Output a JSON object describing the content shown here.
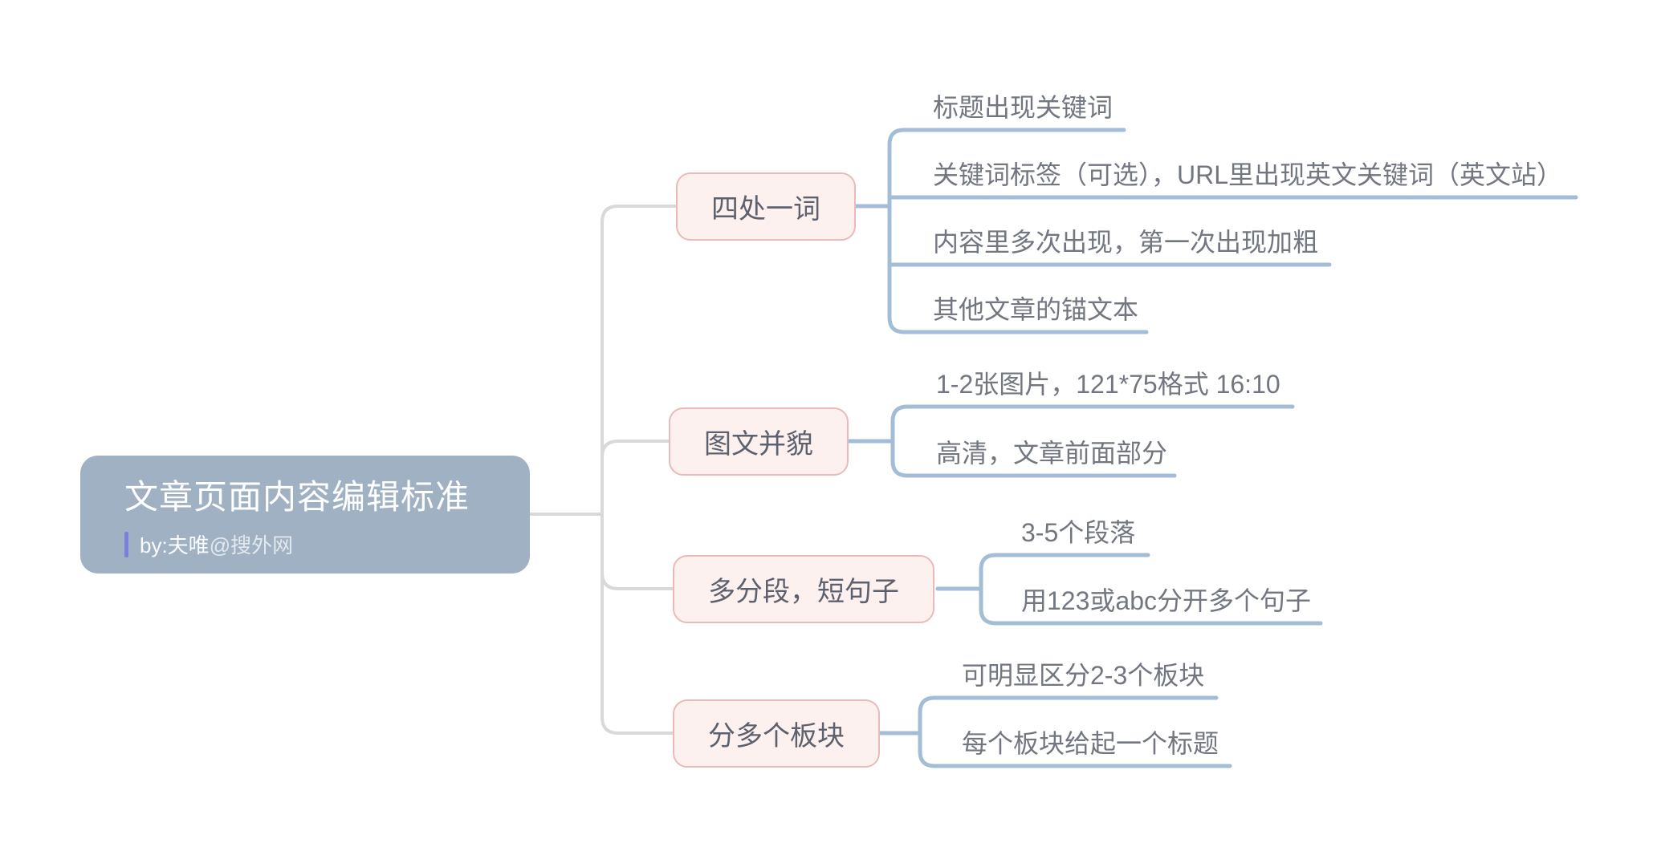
{
  "root": {
    "title": "文章页面内容编辑标准",
    "byline_prefix": "by:夫唯",
    "byline_suffix": "@搜外网"
  },
  "branches": [
    {
      "label": "四处一词",
      "children": [
        "标题出现关键词",
        "关键词标签（可选），URL里出现英文关键词（英文站）",
        "内容里多次出现，第一次出现加粗",
        "其他文章的锚文本"
      ]
    },
    {
      "label": "图文并貌",
      "children": [
        "1-2张图片，121*75格式 16:10",
        "高清，文章前面部分"
      ]
    },
    {
      "label": "多分段，短句子",
      "children": [
        "3-5个段落",
        "用123或abc分开多个句子"
      ]
    },
    {
      "label": "分多个板块",
      "children": [
        "可明显区分2-3个板块",
        "每个板块给起一个标题"
      ]
    }
  ],
  "colors": {
    "root_fill": "#9fb1c3",
    "root_text": "#ffffff",
    "byline_bar": "#7b80dd",
    "branch_fill": "#fdf1f0",
    "branch_border": "#eab9b9",
    "branch_text": "#5d616e",
    "leaf_text": "#717680",
    "line_blue": "#a4bdd6",
    "line_gray": "#d9d9d9",
    "canvas_bg": "#ffffff"
  }
}
